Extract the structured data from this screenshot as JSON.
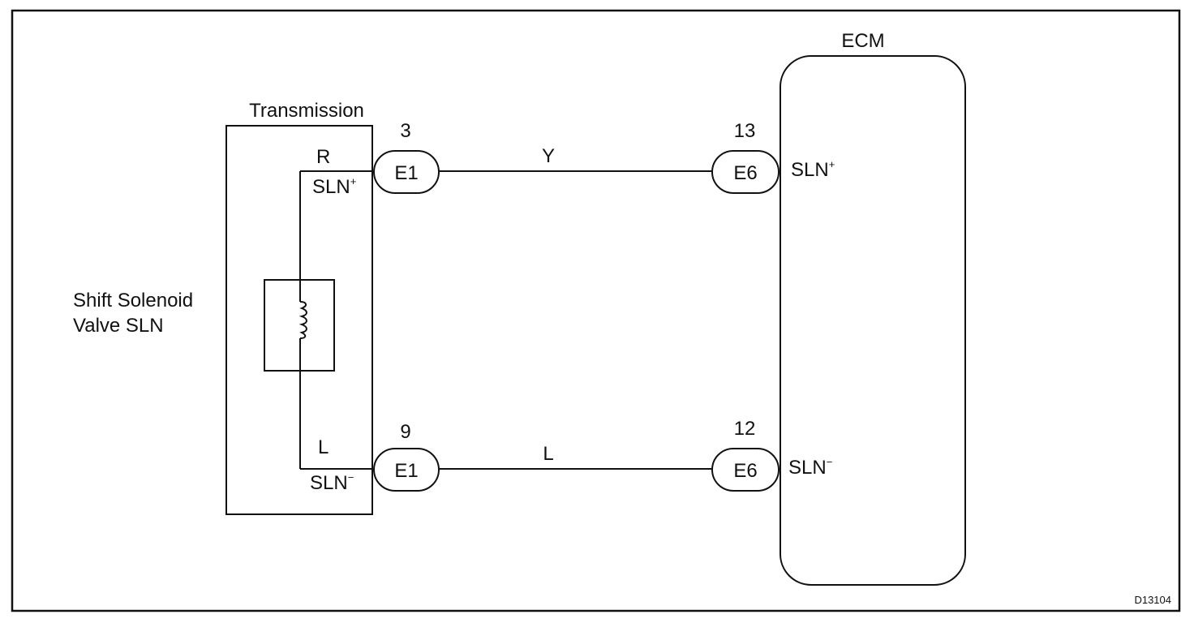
{
  "labels": {
    "ecm": "ECM",
    "transmission": "Transmission",
    "solenoid_line1": "Shift Solenoid",
    "solenoid_line2": "Valve SLN",
    "figure_id": "D13104"
  },
  "top_circuit": {
    "trans_pin_color": "R",
    "trans_terminal": "SLN",
    "trans_terminal_sup": "+",
    "connector_left": "E1",
    "connector_left_pin": "3",
    "wire_color": "Y",
    "connector_right": "E6",
    "connector_right_pin": "13",
    "ecm_terminal": "SLN",
    "ecm_terminal_sup": "+"
  },
  "bottom_circuit": {
    "trans_pin_color": "L",
    "trans_terminal": "SLN",
    "trans_terminal_sup": "−",
    "connector_left": "E1",
    "connector_left_pin": "9",
    "wire_color": "L",
    "connector_right": "E6",
    "connector_right_pin": "12",
    "ecm_terminal": "SLN",
    "ecm_terminal_sup": "−"
  }
}
